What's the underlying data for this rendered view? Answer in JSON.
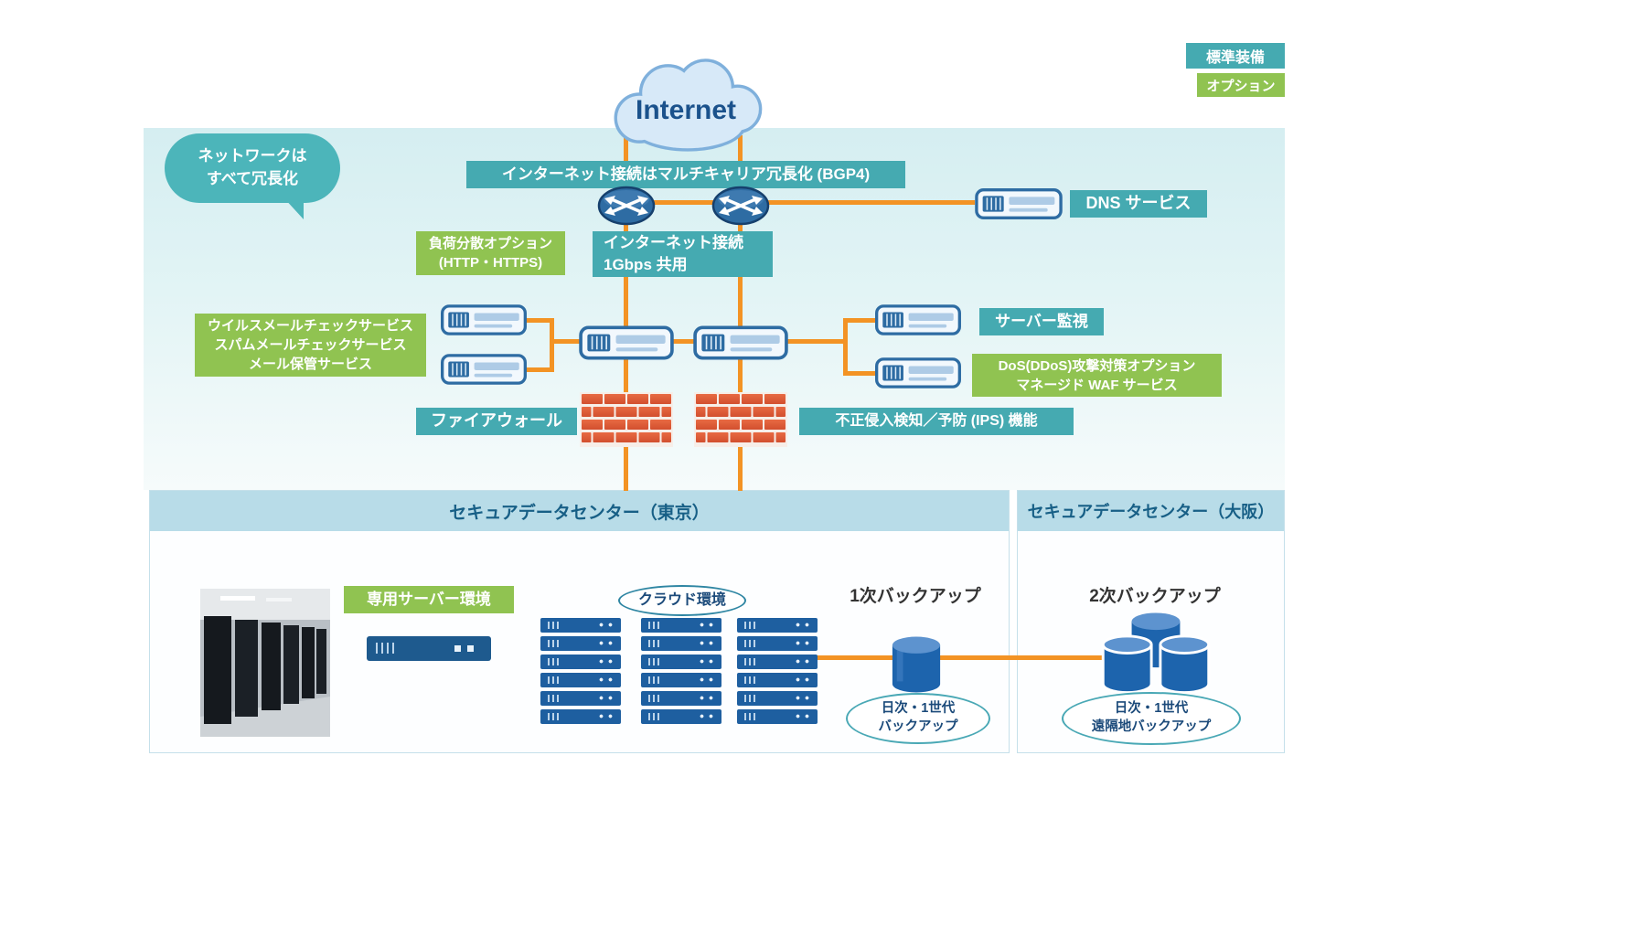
{
  "legend": {
    "standard": "標準装備",
    "option": "オプション"
  },
  "internet": {
    "label": "Internet"
  },
  "bubble": {
    "line1": "ネットワークは",
    "line2": "すべて冗長化"
  },
  "banner": {
    "label": "インターネット接続はマルチキャリア冗長化 (BGP4)"
  },
  "labels": {
    "dns": "DNS サービス",
    "load_balancer_1": "負荷分散オプション",
    "load_balancer_2": "(HTTP・HTTPS)",
    "internet_line_1": "インターネット接続",
    "internet_line_2": "1Gbps 共用",
    "mail_1": "ウイルスメールチェックサービス",
    "mail_2": "スパムメールチェックサービス",
    "mail_3": "メール保管サービス",
    "monitoring": "サーバー監視",
    "ddos_1": "DoS(DDoS)攻撃対策オプション",
    "ddos_2": "マネージド WAF サービス",
    "firewall": "ファイアウォール",
    "ips": "不正侵入検知／予防 (IPS) 機能"
  },
  "tokyo": {
    "title": "セキュアデータセンター（東京）",
    "dedicated_label": "専用サーバー環境",
    "cloud_label": "クラウド環境",
    "backup_title": "1次バックアップ",
    "backup_oval_1": "日次・1世代",
    "backup_oval_2": "バックアップ"
  },
  "osaka": {
    "title": "セキュアデータセンター（大阪）",
    "backup_title": "2次バックアップ",
    "backup_oval_1": "日次・1世代",
    "backup_oval_2": "遠隔地バックアップ"
  },
  "colors": {
    "teal": "#45aab1",
    "green": "#90c351",
    "orange": "#f39324",
    "navy": "#1b4a7a",
    "panel_header": "#b8dce8",
    "brick": "#dd5a3c",
    "cylinder_blue": "#1d64ad",
    "bubble_teal": "#4cb5ba"
  }
}
